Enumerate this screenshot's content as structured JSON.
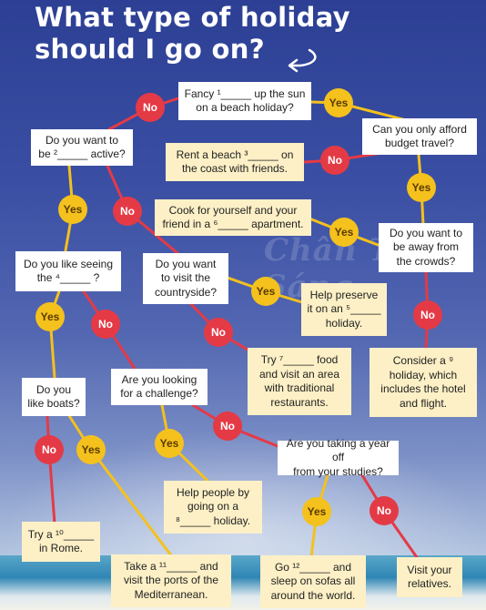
{
  "title": {
    "line1": "What type of holiday",
    "line2": "should I go on?"
  },
  "watermark": "Chân Trời Sáng",
  "colors": {
    "yes": "#f4c11d",
    "no": "#e43a46",
    "question_box": "#ffffff",
    "outcome_box": "#fdf0c6",
    "line_yes": "#f4c11d",
    "line_no": "#e43a46"
  },
  "badges": {
    "yes": "Yes",
    "no": "No"
  },
  "nodes": {
    "fancy": [
      "Fancy ¹_____ up the sun",
      "on a beach holiday?"
    ],
    "budget": [
      "Can you only afford",
      "budget travel?"
    ],
    "be_active": [
      "Do you want to",
      "be ²_____ active?"
    ],
    "rent": [
      "Rent a beach ³_____ on",
      "the coast with friends."
    ],
    "cook": [
      "Cook for yourself and your",
      "friend in a ⁶_____ apartment."
    ],
    "away": [
      "Do you want to",
      "be away from",
      "the crowds?"
    ],
    "seeing": [
      "Do you like seeing",
      "the ⁴_____ ?"
    ],
    "countryside": [
      "Do you want",
      "to visit the",
      "countryside?"
    ],
    "preserve": [
      "Help preserve",
      "it on an ⁵_____",
      "holiday."
    ],
    "try_food": [
      "Try ⁷_____ food",
      "and visit an area",
      "with traditional",
      "restaurants."
    ],
    "consider": [
      "Consider a ⁹",
      "holiday, which",
      "includes the hotel",
      "and flight."
    ],
    "boats": [
      "Do you",
      "like boats?"
    ],
    "challenge": [
      "Are you looking",
      "for a challenge?"
    ],
    "year_off": [
      "Are you taking a year off",
      "from your studies?"
    ],
    "help_people": [
      "Help people by",
      "going on a",
      "⁸_____ holiday."
    ],
    "try_rome": [
      "Try a ¹⁰_____",
      "in Rome."
    ],
    "take": [
      "Take a ¹¹_____ and",
      "visit the ports of the",
      "Mediterranean."
    ],
    "go": [
      "Go ¹²_____ and",
      "sleep on sofas all",
      "around the world."
    ],
    "visit": [
      "Visit your",
      "relatives."
    ]
  }
}
